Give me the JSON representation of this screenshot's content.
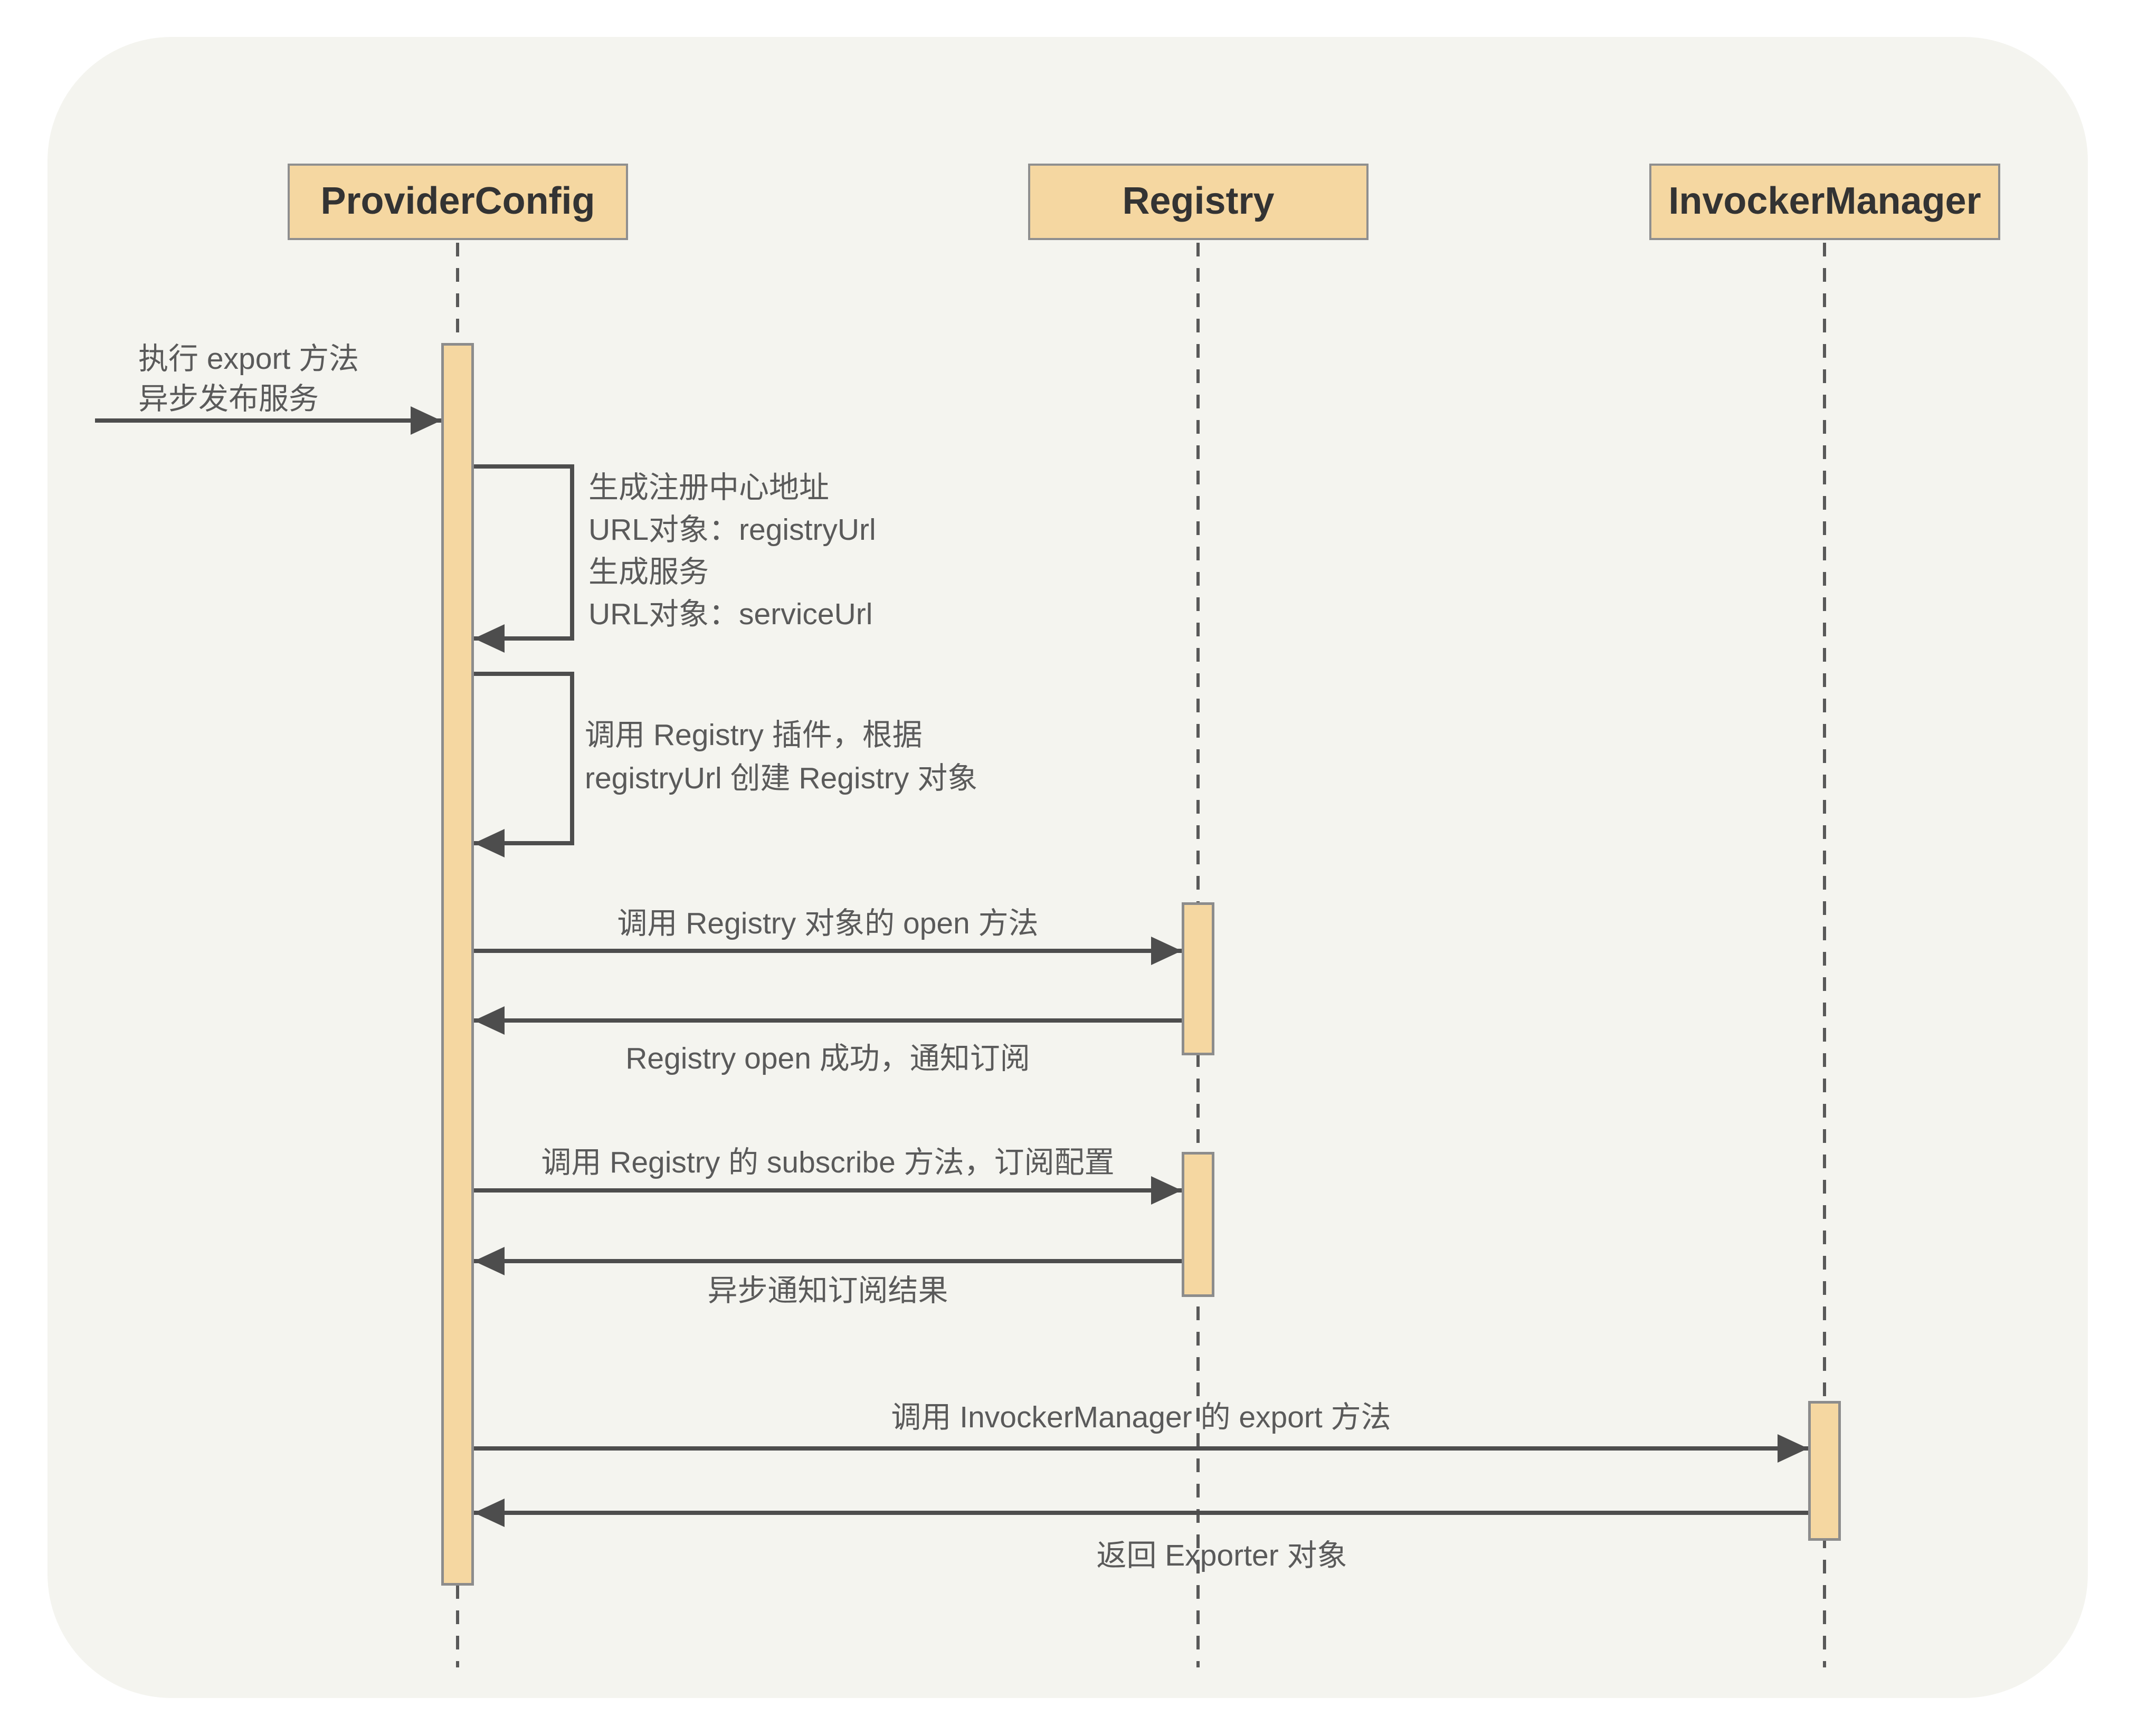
{
  "diagram": {
    "type": "uml-sequence-diagram",
    "participants": [
      {
        "name": "ProviderConfig"
      },
      {
        "name": "Registry"
      },
      {
        "name": "InvockerManager"
      }
    ],
    "messages": [
      {
        "from": "caller",
        "to": "ProviderConfig",
        "kind": "incoming-request",
        "label": "执行 export 方法\n异步发布服务"
      },
      {
        "from": "ProviderConfig",
        "to": "ProviderConfig",
        "kind": "self-call",
        "label": "生成注册中心地址\nURL对象：registryUrl\n生成服务\nURL对象：serviceUrl"
      },
      {
        "from": "ProviderConfig",
        "to": "ProviderConfig",
        "kind": "self-call",
        "label": "调用 Registry 插件，根据\nregistryUrl 创建 Registry 对象"
      },
      {
        "from": "ProviderConfig",
        "to": "Registry",
        "kind": "request",
        "label": "调用 Registry 对象的 open 方法"
      },
      {
        "from": "Registry",
        "to": "ProviderConfig",
        "kind": "return",
        "label": "Registry open 成功，通知订阅"
      },
      {
        "from": "ProviderConfig",
        "to": "Registry",
        "kind": "request",
        "label": "调用 Registry 的 subscribe 方法，订阅配置"
      },
      {
        "from": "Registry",
        "to": "ProviderConfig",
        "kind": "return",
        "label": "异步通知订阅结果"
      },
      {
        "from": "ProviderConfig",
        "to": "InvockerManager",
        "kind": "request",
        "label": "调用  InvockerManager 的 export 方法"
      },
      {
        "from": "InvockerManager",
        "to": "ProviderConfig",
        "kind": "return",
        "label": "返回 Exporter 对象"
      }
    ],
    "colors": {
      "canvas_background": "#ffffff",
      "card_background": "#f4f4ef",
      "participant_fill": "#f5d7a1",
      "participant_border": "#8f8f8f",
      "activation_fill": "#f5d7a1",
      "activation_border": "#8c8c8c",
      "line": "#4d4d4d",
      "lifeline": "#595959",
      "title_text": "#333333",
      "message_text": "#5a5a5a"
    }
  }
}
